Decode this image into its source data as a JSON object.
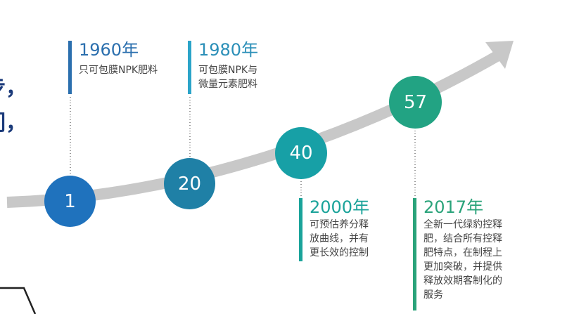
{
  "edge_text": [
    "步，",
    "们，"
  ],
  "milestones": [
    {
      "value": "1",
      "year": "1960年",
      "desc": "只可包膜NPK肥料",
      "color": "#1f72bd",
      "bar": "#2b6fae"
    },
    {
      "value": "20",
      "year": "1980年",
      "desc": "可包膜NPK与\n微量元素肥料",
      "color": "#1f80a6",
      "bar": "#2ba4c9"
    },
    {
      "value": "40",
      "year": "2000年",
      "desc": "可预估养分释\n放曲线，并有\n更长效的控制",
      "color": "#17a0a6",
      "bar": "#1aa39a"
    },
    {
      "value": "57",
      "year": "2017年",
      "desc": "全新一代绿豹控释\n肥，结合所有控释\n肥特点，在制程上\n更加突破，并提供\n释放效期客制化的\n服务",
      "color": "#22a383",
      "bar": "#2aa37a"
    }
  ]
}
